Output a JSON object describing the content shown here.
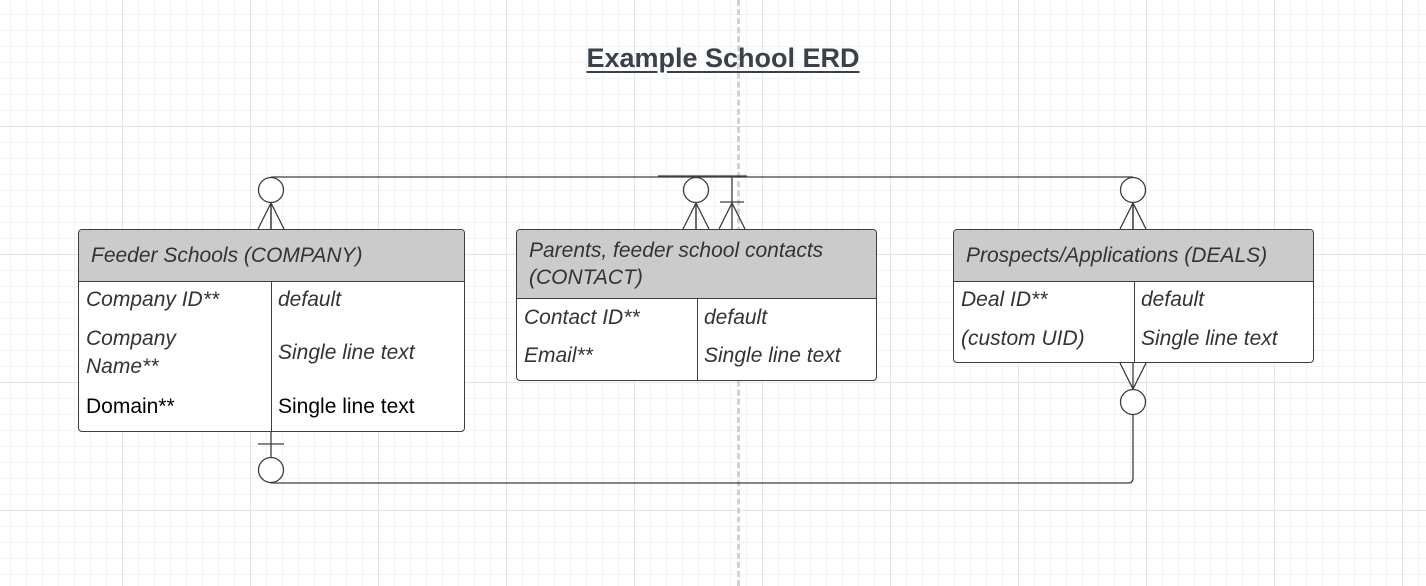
{
  "title": "Example School ERD",
  "entities": {
    "feeder_schools": {
      "title": "Feeder Schools (COMPANY)",
      "rows": [
        {
          "key": "Company ID**",
          "type": "default"
        },
        {
          "key": "Company Name**",
          "type": "Single line text"
        },
        {
          "key": "Domain**",
          "type": "Single line text"
        }
      ]
    },
    "parents_contacts": {
      "title": "Parents, feeder school contacts (CONTACT)",
      "rows": [
        {
          "key": "Contact ID**",
          "type": "default"
        },
        {
          "key": "Email**",
          "type": "Single line text"
        }
      ]
    },
    "prospects_deals": {
      "title": "Prospects/Applications (DEALS)",
      "rows": [
        {
          "key": "Deal ID**",
          "type": "default"
        },
        {
          "key": "(custom UID)",
          "type": "Single line text"
        }
      ]
    }
  },
  "relationships": [
    {
      "from": "Feeder Schools (COMPANY)",
      "to": "Parents, feeder school contacts (CONTACT)",
      "from_end": "zero-or-many",
      "to_end": "zero-or-many"
    },
    {
      "from": "Parents, feeder school contacts (CONTACT)",
      "to": "Prospects/Applications (DEALS)",
      "from_end": "one-or-many",
      "to_end": "zero-or-many"
    },
    {
      "from": "Feeder Schools (COMPANY)",
      "to": "Prospects/Applications (DEALS)",
      "from_end": "zero-or-one",
      "to_end": "zero-or-many"
    }
  ],
  "colors": {
    "header_fill": "#cbcbcb",
    "line": "#3d3d3d",
    "text": "#333333",
    "title": "#3a414a"
  }
}
